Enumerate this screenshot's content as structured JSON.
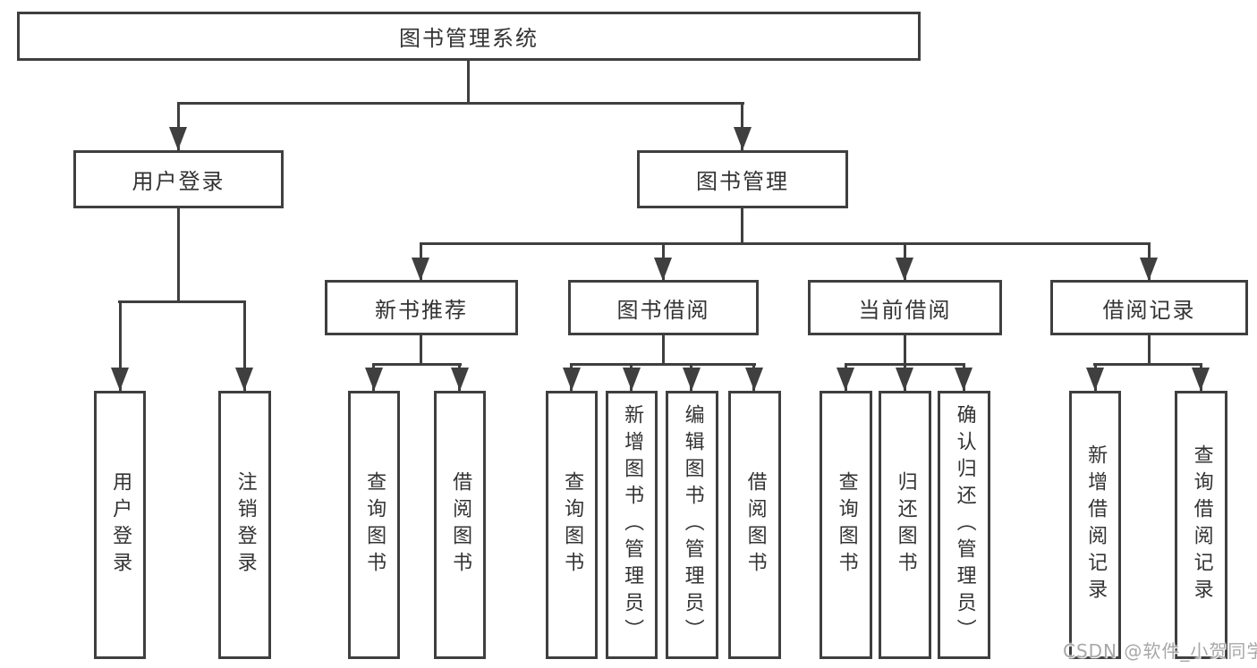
{
  "diagram": {
    "root": "图书管理系统",
    "level2": [
      {
        "label": "用户登录",
        "children": [
          "用户登录",
          "注销登录"
        ]
      },
      {
        "label": "图书管理",
        "children": [
          {
            "label": "新书推荐",
            "children": [
              "查询图书",
              "借阅图书"
            ]
          },
          {
            "label": "图书借阅",
            "children": [
              "查询图书",
              "新增图书（管理员）",
              "编辑图书（管理员）",
              "借阅图书"
            ]
          },
          {
            "label": "当前借阅",
            "children": [
              "查询图书",
              "归还图书",
              "确认归还（管理员）"
            ]
          },
          {
            "label": "借阅记录",
            "children": [
              "新增借阅记录",
              "查询借阅记录"
            ]
          }
        ]
      }
    ]
  },
  "watermark": "CSDN @软件_小贺同学",
  "colors": {
    "line": "#3f3f3f",
    "text": "#333333",
    "watermark": "#a8a8a8",
    "background": "#ffffff"
  }
}
